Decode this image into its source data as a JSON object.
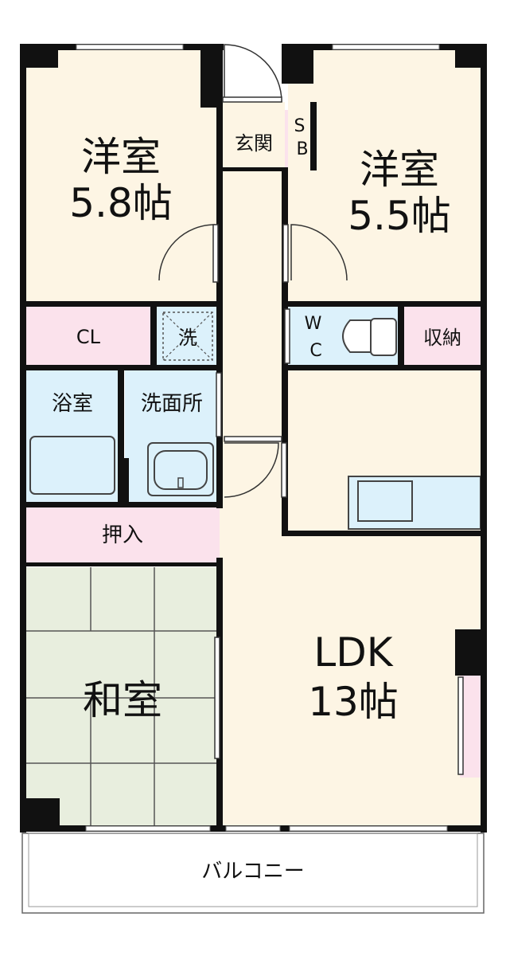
{
  "rooms": {
    "western_room_1": {
      "name": "洋室",
      "size": "5.8帖"
    },
    "western_room_2": {
      "name": "洋室",
      "size": "5.5帖"
    },
    "entrance": "玄関",
    "shoe_box": "SB",
    "closet": "CL",
    "washer": "洗",
    "toilet": "WC",
    "storage": "収納",
    "bathroom": "浴室",
    "washroom": "洗面所",
    "oshiire": "押入",
    "japanese_room": {
      "name": "和室"
    },
    "ldk": {
      "name": "LDK",
      "size": "13帖"
    },
    "balcony": "バルコニー"
  },
  "colors": {
    "living": "#fdf5e4",
    "closet": "#fbe2ec",
    "water": "#dcf1fb",
    "tatami": "#e8eede",
    "wall": "#111111"
  }
}
